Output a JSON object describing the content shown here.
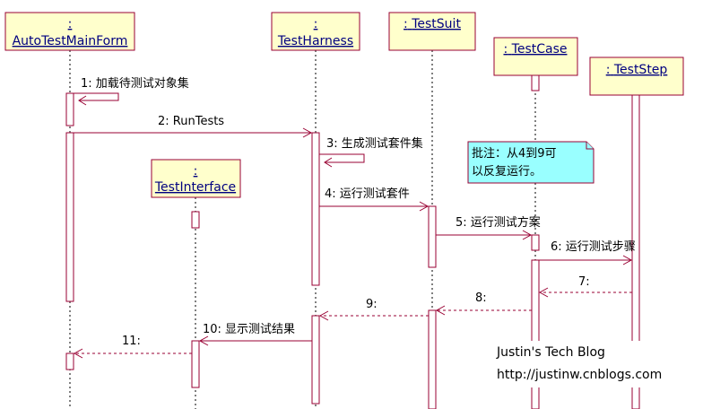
{
  "objects": {
    "main_form": {
      "prefix": ":",
      "name": "AutoTestMainForm"
    },
    "harness": {
      "prefix": ":",
      "name": "TestHarness"
    },
    "suit": {
      "prefix": ":",
      "name": "TestSuit"
    },
    "testcase": {
      "prefix": ":",
      "name": "TestCase"
    },
    "step": {
      "prefix": ":",
      "name": "TestStep"
    },
    "iface": {
      "prefix": ":",
      "name": "TestInterface"
    }
  },
  "messages": {
    "m1": "1: 加载待测试对象集",
    "m2": "2: RunTests",
    "m3": "3: 生成测试套件集",
    "m4": "4: 运行测试套件",
    "m5": "5: 运行测试方案",
    "m6": "6: 运行测试步骤",
    "m7": "7:",
    "m8": "8:",
    "m9": "9:",
    "m10": "10: 显示测试结果",
    "m11": "11:"
  },
  "note": {
    "line1": "批注：从4到9可",
    "line2": "以反复运行。"
  },
  "blog": {
    "title": "Justin's Tech Blog",
    "url": "http://justinw.cnblogs.com"
  }
}
